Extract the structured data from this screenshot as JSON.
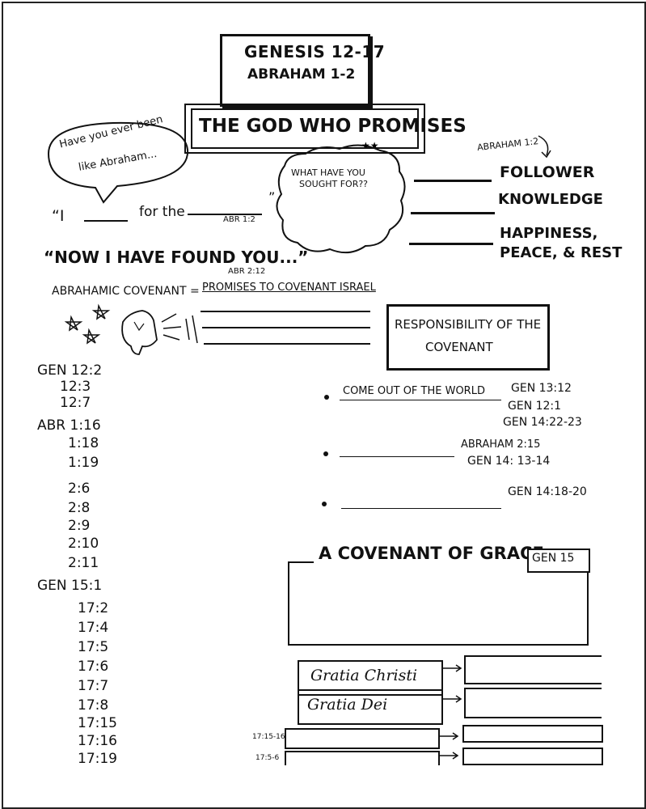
{
  "title": {
    "line1": "GENESIS 12-17",
    "line2": "ABRAHAM 1-2"
  },
  "theme": "THE GOD WHO PROMISES",
  "bubble_abraham": {
    "line1": "Have you ever been",
    "line2": "like Abraham..."
  },
  "blank_sentence": {
    "i": "“I",
    "for_the": "for the",
    "close_quote": "”",
    "ref": "ABR 1:2"
  },
  "cloud": {
    "line1": "WHAT HAVE YOU",
    "line2": "SOUGHT FOR??"
  },
  "sought": {
    "ref": "ABRAHAM 1:2",
    "items": [
      "FOLLOWER",
      "KNOWLEDGE",
      "HAPPINESS,",
      "PEACE, & REST"
    ]
  },
  "found_quote": {
    "text": "“NOW I HAVE FOUND YOU...”",
    "ref": "ABR 2:12"
  },
  "covenant": {
    "label": "ABRAHAMIC COVENANT =",
    "promises": "PROMISES TO COVENANT ISRAEL"
  },
  "responsibility": {
    "line1": "RESPONSIBILITY OF THE",
    "line2": "COVENANT"
  },
  "scripture_refs": [
    "GEN 12:2",
    "12:3",
    "12:7",
    "ABR 1:16",
    "1:18",
    "1:19",
    "2:6",
    "2:8",
    "2:9",
    "2:10",
    "2:11",
    "GEN 15:1",
    "17:2",
    "17:4",
    "17:5",
    "17:6",
    "17:7",
    "17:8",
    "17:15",
    "17:16",
    "17:19"
  ],
  "bullets": [
    {
      "text": "COME OUT OF THE WORLD",
      "refs": [
        "GEN 13:12",
        "GEN 12:1",
        "GEN 14:22-23"
      ]
    },
    {
      "text": "",
      "refs": [
        "ABRAHAM 2:15",
        "GEN 14: 13-14"
      ]
    },
    {
      "text": "",
      "refs": [
        "GEN 14:18-20"
      ]
    }
  ],
  "grace": {
    "title": "A COVENANT OF GRACE",
    "ref": "GEN 15",
    "gratia_christi": "Gratia Christi",
    "gratia_dei": "Gratia Dei",
    "small_ref1": "17:15-16",
    "small_ref2": "17:5-6"
  }
}
